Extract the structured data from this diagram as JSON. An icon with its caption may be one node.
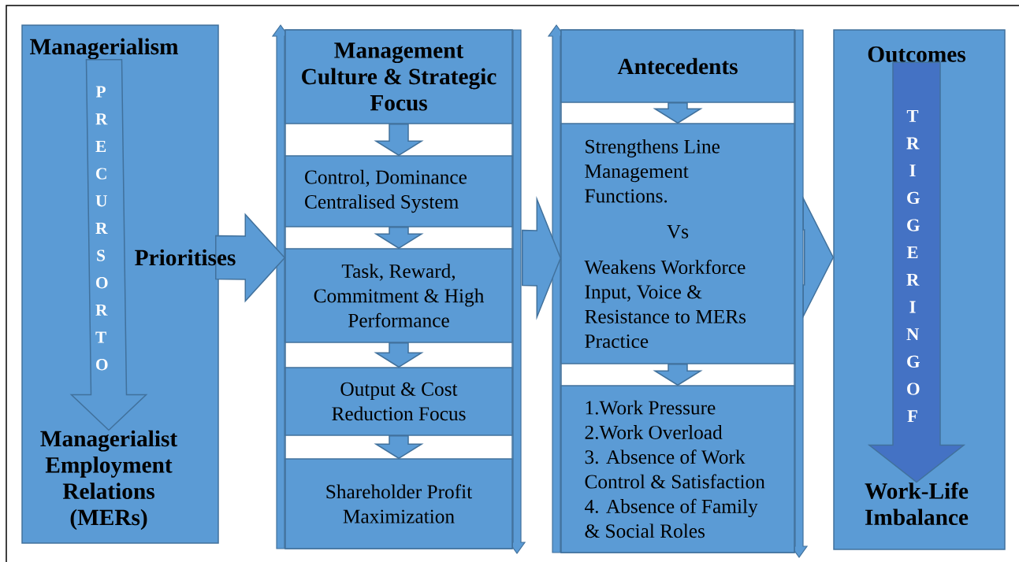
{
  "diagram": {
    "nodes": [
      {
        "text": [],
        "shape": "box"
      },
      {
        "text": [
          "Managerialism"
        ],
        "in": 0
      },
      {
        "text": [
          "Managerialist Employment Relations (MERs)"
        ],
        "in": 0
      },
      {
        "text": [],
        "shape": "box"
      },
      {
        "text": [
          "Management Culture & Strategic Focus"
        ],
        "in": 3
      },
      {
        "text": [
          "Control, Dominance Centralised System"
        ],
        "in": 3
      },
      {
        "text": [
          "Task, Reward, Commitment & High Performance"
        ],
        "in": 3
      },
      {
        "text": [
          "Output & Cost Reduction Focus"
        ],
        "in": 3
      },
      {
        "text": [
          "Shareholder Profit Maximization"
        ],
        "in": 3
      },
      {
        "text": [],
        "shape": "box"
      },
      {
        "text": [
          "Antecedents"
        ],
        "in": 9
      },
      {
        "text": [
          "Strengthens Line Management Functions.",
          "Vs",
          "Weakens Workforce Input, Voice & Resistance to MERs Practice"
        ],
        "in": 9
      },
      {
        "text": [
          "1.Work Pressure",
          "2.Work Overload",
          "3. Absence of Work Control & Satisfaction",
          "4. Absence of Family & Social Roles"
        ],
        "in": 9
      },
      {
        "text": [],
        "shape": "box"
      },
      {
        "text": [
          "Outcomes"
        ],
        "in": 13
      },
      {
        "text": [
          "Work-Life Imbalance"
        ],
        "in": 13
      }
    ],
    "edges": [
      {
        "from": 1,
        "to": 2,
        "arrow": "to",
        "label": "PRECURSOR TO",
        "style": "thick"
      },
      {
        "from": 0,
        "to": 3,
        "arrow": "to",
        "label": "Prioritises",
        "style": "thick"
      },
      {
        "from": 4,
        "to": 5,
        "arrow": "to"
      },
      {
        "from": 5,
        "to": 6,
        "arrow": "to"
      },
      {
        "from": 6,
        "to": 7,
        "arrow": "to"
      },
      {
        "from": 7,
        "to": 8,
        "arrow": "to"
      },
      {
        "from": 3,
        "to": 9,
        "arrow": "to",
        "style": "thick"
      },
      {
        "from": 10,
        "to": 11,
        "arrow": "to"
      },
      {
        "from": 11,
        "to": 12,
        "arrow": "to"
      },
      {
        "from": 9,
        "to": 13,
        "arrow": "to",
        "style": "thick"
      },
      {
        "from": 14,
        "to": 15,
        "arrow": "to",
        "label": "TRIGGERING OF",
        "color": "#4472c4",
        "style": "thick"
      }
    ]
  }
}
